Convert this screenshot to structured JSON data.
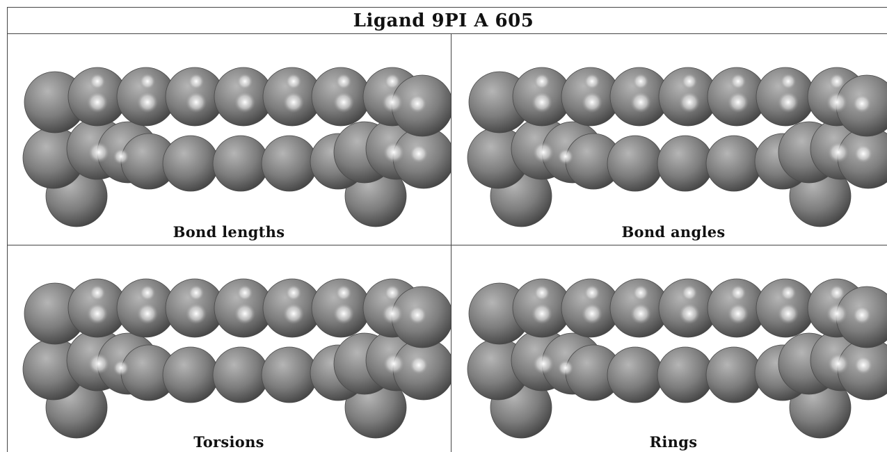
{
  "title": "Ligand 9PI A 605",
  "panels": [
    {
      "caption": "Bond lengths"
    },
    {
      "caption": "Bond angles"
    },
    {
      "caption": "Torsions"
    },
    {
      "caption": "Rings"
    }
  ]
}
